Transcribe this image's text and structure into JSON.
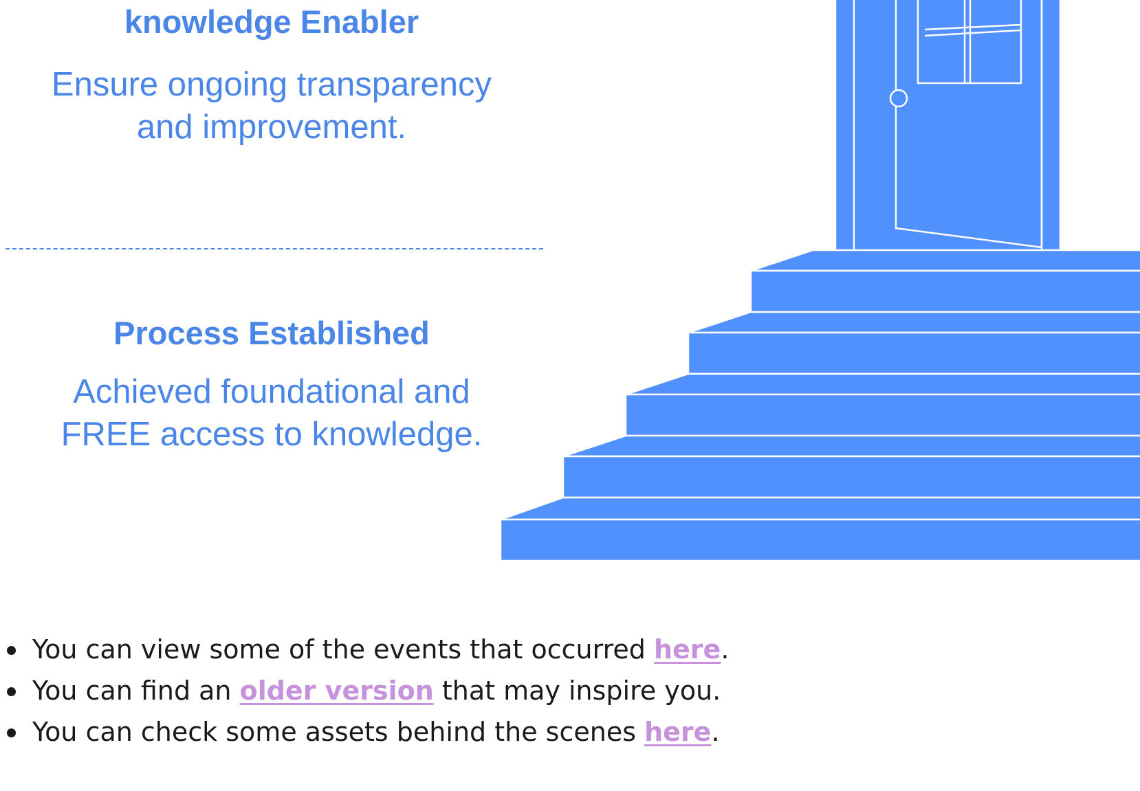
{
  "stages": {
    "top": {
      "title": "knowledge Enabler",
      "description_line1": "Ensure ongoing transparency",
      "description_line2": "and improvement."
    },
    "bottom": {
      "title": "Process Established",
      "description_line1": "Achieved foundational and",
      "description_line2": "FREE access to knowledge."
    }
  },
  "colors": {
    "accent_blue": "#4a86e8",
    "stairs_blue": "#5191fd",
    "link_purple": "#c792dc"
  },
  "illustration": {
    "icon": "door-and-stairs-icon"
  },
  "bullets": [
    {
      "before": "You can view some of the events that occurred ",
      "link": "here",
      "after": "."
    },
    {
      "before": "You can find an ",
      "link": "older version",
      "after": " that may inspire you."
    },
    {
      "before": "You can check some assets behind the scenes ",
      "link": "here",
      "after": "."
    }
  ]
}
